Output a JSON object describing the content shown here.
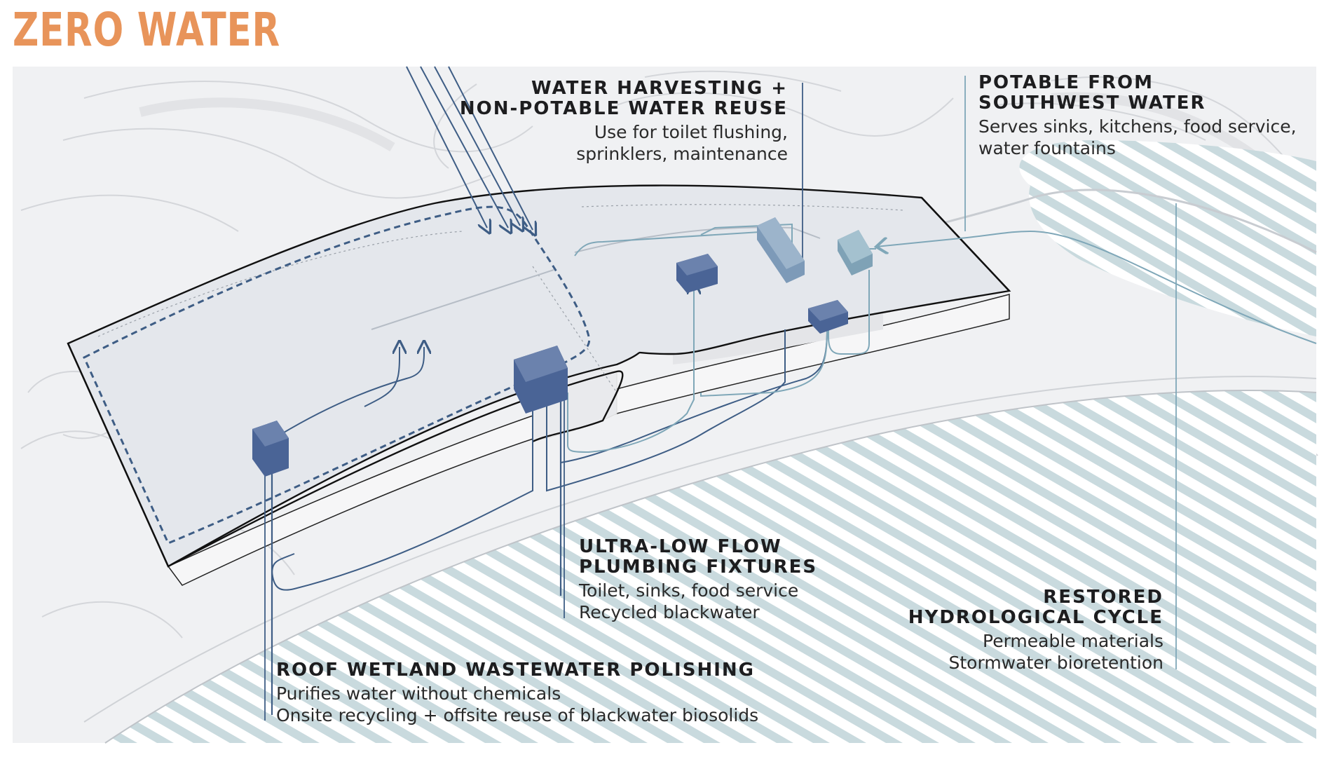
{
  "title": "ZERO WATER",
  "colors": {
    "title": "#e8945a",
    "pipe_dark": "#3e5d85",
    "pipe_light": "#7fa7b8",
    "block_dark": "#4a6496",
    "block_light": "#7fa2b6",
    "hatch": "#c9dade",
    "roof": "#e4e7ec"
  },
  "callouts": {
    "harvesting": {
      "heading": [
        "WATER HARVESTING +",
        "NON-POTABLE WATER REUSE"
      ],
      "body": [
        "Use for toilet flushing,",
        "sprinklers, maintenance"
      ]
    },
    "potable": {
      "heading": [
        "POTABLE FROM",
        "SOUTHWEST WATER"
      ],
      "body": [
        "Serves sinks, kitchens, food service,",
        "water fountains"
      ]
    },
    "fixtures": {
      "heading": [
        "ULTRA-LOW FLOW",
        "PLUMBING FIXTURES"
      ],
      "body": [
        "Toilet, sinks, food service",
        "Recycled blackwater"
      ]
    },
    "hydrological": {
      "heading": [
        "RESTORED",
        "HYDROLOGICAL CYCLE"
      ],
      "body": [
        "Permeable materials",
        "Stormwater bioretention"
      ]
    },
    "wetland": {
      "heading": [
        "ROOF WETLAND WASTEWATER POLISHING"
      ],
      "body": [
        "Purifies water without chemicals",
        "Onsite recycling + offsite reuse of blackwater biosolids"
      ]
    }
  }
}
